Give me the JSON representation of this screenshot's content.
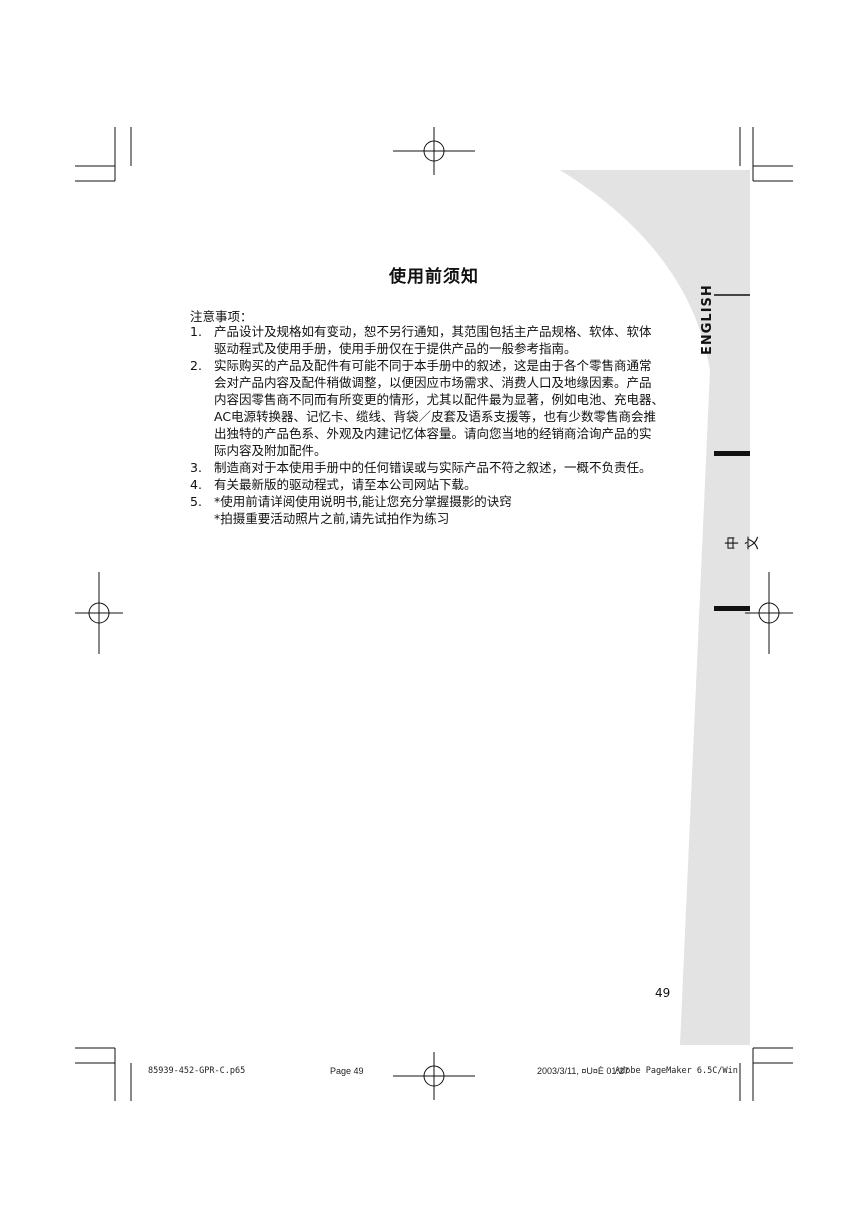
{
  "document": {
    "title": "使用前须知",
    "section_label": "注意事项：",
    "items": [
      {
        "num": "1.",
        "lines": [
          "产品设计及规格如有变动，恕不另行通知，其范围包括主产品规格、软体、软体",
          "驱动程式及使用手册，使用手册仅在于提供产品的一般参考指南。"
        ]
      },
      {
        "num": "2.",
        "lines": [
          "实际购买的产品及配件有可能不同于本手册中的叙述，这是由于各个零售商通常",
          "会对产品内容及配件稍做调整，以便因应市场需求、消费人口及地缘因素。产品",
          "内容因零售商不同而有所变更的情形，尤其以配件最为显著，例如电池、充电器、",
          "AC电源转换器、记忆卡、缆线、背袋／皮套及语系支援等，也有少数零售商会推",
          "出独特的产品色系、外观及内建记忆体容量。请向您当地的经销商洽询产品的实",
          "际内容及附加配件。"
        ]
      },
      {
        "num": "3.",
        "lines": [
          "制造商对于本使用手册中的任何错误或与实际产品不符之叙述，一概不负责任。"
        ]
      },
      {
        "num": "4.",
        "lines": [
          "有关最新版的驱动程式，请至本公司网站下载。"
        ]
      },
      {
        "num": "5.",
        "lines": [
          "*使用前请详阅使用说明书,能让您充分掌握摄影的诀窍",
          "*拍摄重要活动照片之前,请先试拍作为练习"
        ]
      }
    ],
    "page_number": "49"
  },
  "side_tabs": {
    "english": "ENGLISH",
    "chinese": "中 文"
  },
  "footer": {
    "file": "85939-452-GPR-C.p65",
    "page": "Page 49",
    "date": "2003/3/11, ¤U¤È 01:27",
    "app": "Adobe PageMaker 6.5C/Win"
  },
  "colors": {
    "side_tab_gray": "#e3e3e3",
    "bar_black": "#111111"
  }
}
